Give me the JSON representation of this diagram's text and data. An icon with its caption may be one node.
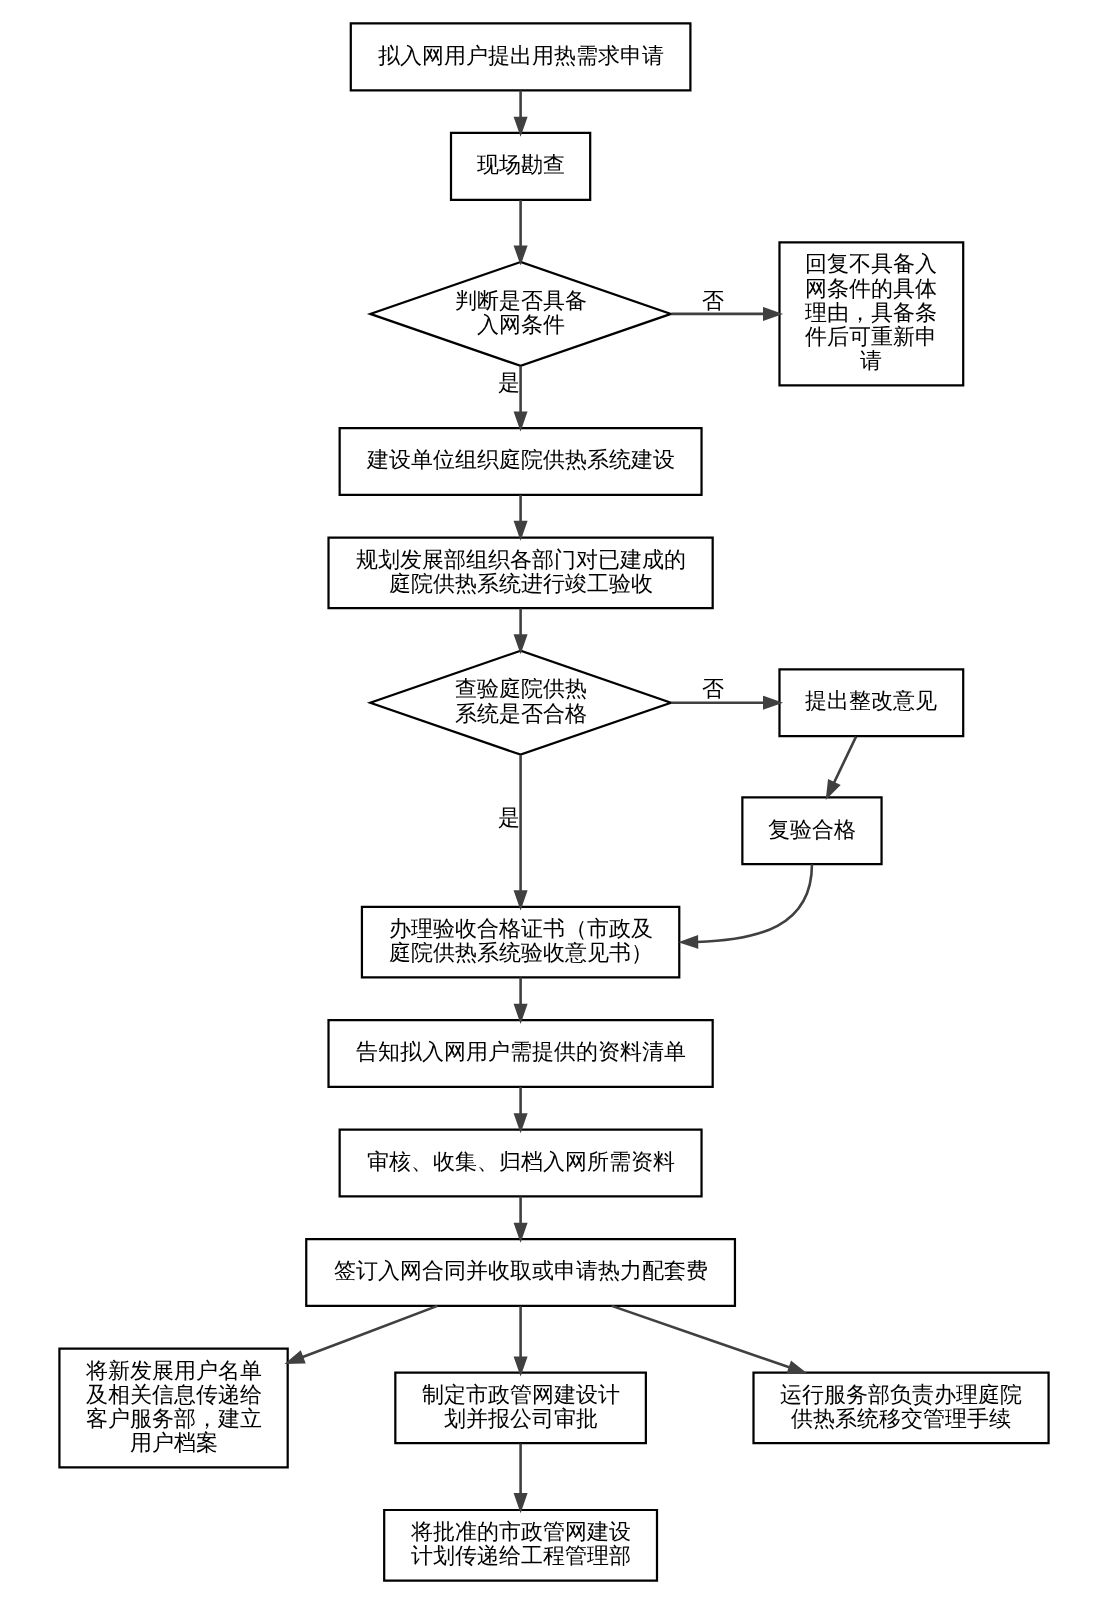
{
  "diagram": {
    "nodes": [
      {
        "text": [
          "拟入网用户提出用热需求申请"
        ]
      },
      {
        "text": [
          "现场勘查"
        ]
      },
      {
        "text": [
          "判断是否具备入网条件"
        ]
      },
      {
        "text": [
          "回复不具备入网条件的具体理由，具备条件后可重新申请"
        ]
      },
      {
        "text": [
          "建设单位组织庭院供热系统建设"
        ]
      },
      {
        "text": [
          "规划发展部组织各部门对已建成的庭院供热系统进行竣工验收"
        ]
      },
      {
        "text": [
          "查验庭院供热系统是否合格"
        ]
      },
      {
        "text": [
          "提出整改意见"
        ]
      },
      {
        "text": [
          "复验合格"
        ]
      },
      {
        "text": [
          "办理验收合格证书（市政及庭院供热系统验收意见书）"
        ]
      },
      {
        "text": [
          "告知拟入网用户需提供的资料清单"
        ]
      },
      {
        "text": [
          "审核、收集、归档入网所需资料"
        ]
      },
      {
        "text": [
          "签订入网合同并收取或申请热力配套费"
        ]
      },
      {
        "text": [
          "将新发展用户名单及相关信息传递给客户服务部，建立用户档案"
        ]
      },
      {
        "text": [
          "制定市政管网建设计划并报公司审批"
        ]
      },
      {
        "text": [
          "运行服务部负责办理庭院供热系统移交管理手续"
        ]
      },
      {
        "text": [
          "将批准的市政管网建设计划传递给工程管理部"
        ]
      }
    ],
    "edges": [
      {
        "from": 0,
        "to": 1,
        "arrow": "to"
      },
      {
        "from": 1,
        "to": 2,
        "arrow": "to"
      },
      {
        "from": 2,
        "to": 3,
        "arrow": "to",
        "label": "否"
      },
      {
        "from": 2,
        "to": 4,
        "arrow": "to",
        "label": "是"
      },
      {
        "from": 4,
        "to": 5,
        "arrow": "to"
      },
      {
        "from": 5,
        "to": 6,
        "arrow": "to"
      },
      {
        "from": 6,
        "to": 7,
        "arrow": "to",
        "label": "否"
      },
      {
        "from": 6,
        "to": 9,
        "arrow": "to",
        "label": "是"
      },
      {
        "from": 7,
        "to": 8,
        "arrow": "to"
      },
      {
        "from": 8,
        "to": 9,
        "arrow": "to"
      },
      {
        "from": 9,
        "to": 10,
        "arrow": "to"
      },
      {
        "from": 10,
        "to": 11,
        "arrow": "to"
      },
      {
        "from": 11,
        "to": 12,
        "arrow": "to"
      },
      {
        "from": 12,
        "to": 13,
        "arrow": "to"
      },
      {
        "from": 12,
        "to": 14,
        "arrow": "to"
      },
      {
        "from": 12,
        "to": 15,
        "arrow": "to"
      },
      {
        "from": 14,
        "to": 16,
        "arrow": "to"
      }
    ]
  }
}
